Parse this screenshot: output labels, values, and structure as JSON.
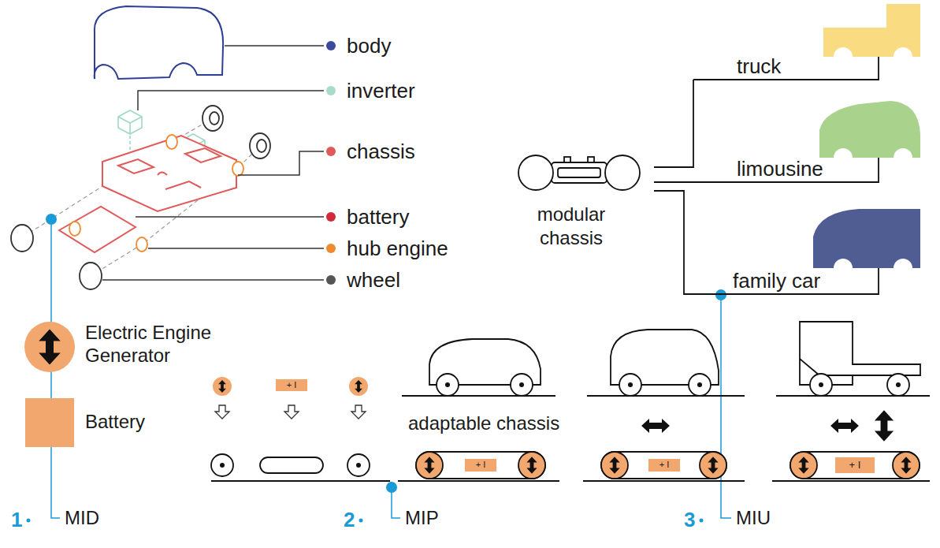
{
  "diagram": {
    "nodes": [
      {
        "text": [
          "modular chassis"
        ]
      },
      {
        "text": [
          "truck"
        ]
      },
      {
        "text": [
          "limousine"
        ]
      },
      {
        "text": [
          "family car"
        ]
      }
    ],
    "edges": [
      {
        "from": 0,
        "to": 1,
        "arrow": "none"
      },
      {
        "from": 0,
        "to": 2,
        "arrow": "none"
      },
      {
        "from": 0,
        "to": 3,
        "arrow": "none"
      }
    ],
    "labels": [
      "body",
      "inverter",
      "chassis",
      "battery",
      "hub engine",
      "wheel",
      "Electric Engine Generator",
      "Battery",
      "+ I",
      "adaptable chassis",
      "+ I",
      "+ I",
      "+ I",
      "1",
      "MID",
      "2",
      "MIP",
      "3",
      "MIU"
    ]
  }
}
